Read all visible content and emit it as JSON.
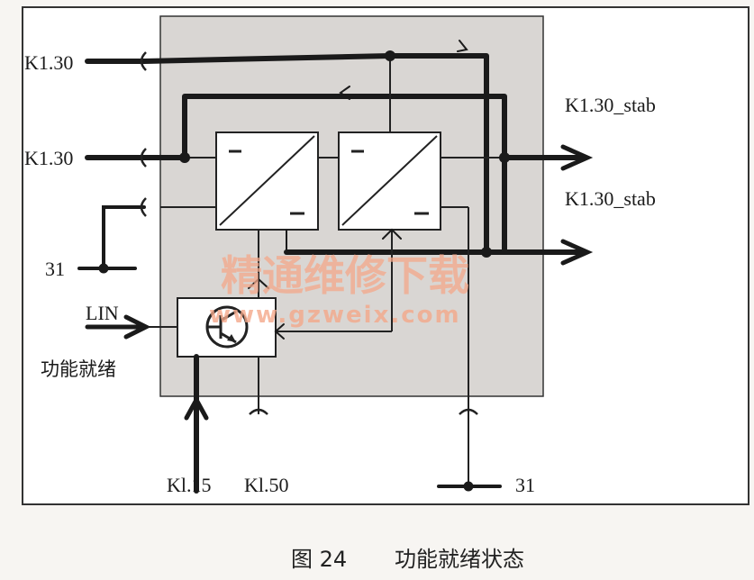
{
  "labels": {
    "k130_top": "K1.30",
    "k130_mid": "K1.30",
    "gnd_left": "31",
    "lin": "LIN",
    "func_ready": "功能就绪",
    "kl15": "Kl.15",
    "kl50": "Kl.50",
    "gnd_bottom": "31",
    "out_top": "K1.30_stab",
    "out_bottom": "K1.30_stab"
  },
  "watermark": {
    "cn": "精通维修下载",
    "url": "www.gzweix.com"
  },
  "caption": {
    "number": "图 24",
    "title": "功能就绪状态"
  },
  "colors": {
    "module_fill": "#d9d6d3",
    "line": "#1a1a1a",
    "watermark": "#f4a88a"
  }
}
